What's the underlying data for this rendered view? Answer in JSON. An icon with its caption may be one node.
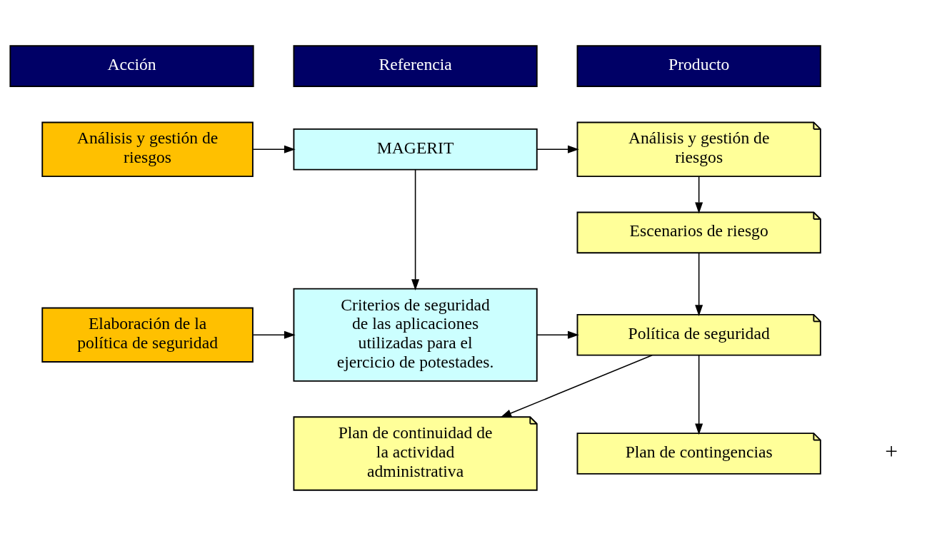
{
  "diagram": {
    "nodes": [
      {
        "text": [
          "Acción"
        ]
      },
      {
        "text": [
          "Referencia"
        ]
      },
      {
        "text": [
          "Producto"
        ]
      },
      {
        "text": [
          "Análisis y gestión de riesgos"
        ]
      },
      {
        "text": [
          "MAGERIT"
        ]
      },
      {
        "text": [
          "Análisis y gestión de riesgos"
        ]
      },
      {
        "text": [
          "Escenarios de riesgo"
        ]
      },
      {
        "text": [
          "Elaboración de la política de seguridad"
        ]
      },
      {
        "text": [
          "Criterios de seguridad de las aplicaciones utilizadas para el ejercicio de potestades."
        ]
      },
      {
        "text": [
          "Política de seguridad"
        ]
      },
      {
        "text": [
          "Plan de continuidad de la actividad administrativa"
        ]
      },
      {
        "text": [
          "Plan de contingencias"
        ]
      }
    ],
    "edges": [
      {
        "from": 3,
        "to": 4,
        "arrow": "to"
      },
      {
        "from": 4,
        "to": 5,
        "arrow": "to"
      },
      {
        "from": 5,
        "to": 6,
        "arrow": "to"
      },
      {
        "from": 6,
        "to": 9,
        "arrow": "to"
      },
      {
        "from": 4,
        "to": 8,
        "arrow": "to"
      },
      {
        "from": 7,
        "to": 8,
        "arrow": "to"
      },
      {
        "from": 8,
        "to": 9,
        "arrow": "to"
      },
      {
        "from": 9,
        "to": 10,
        "arrow": "to"
      },
      {
        "from": 9,
        "to": 11,
        "arrow": "to"
      }
    ],
    "labels": [
      "+"
    ]
  }
}
